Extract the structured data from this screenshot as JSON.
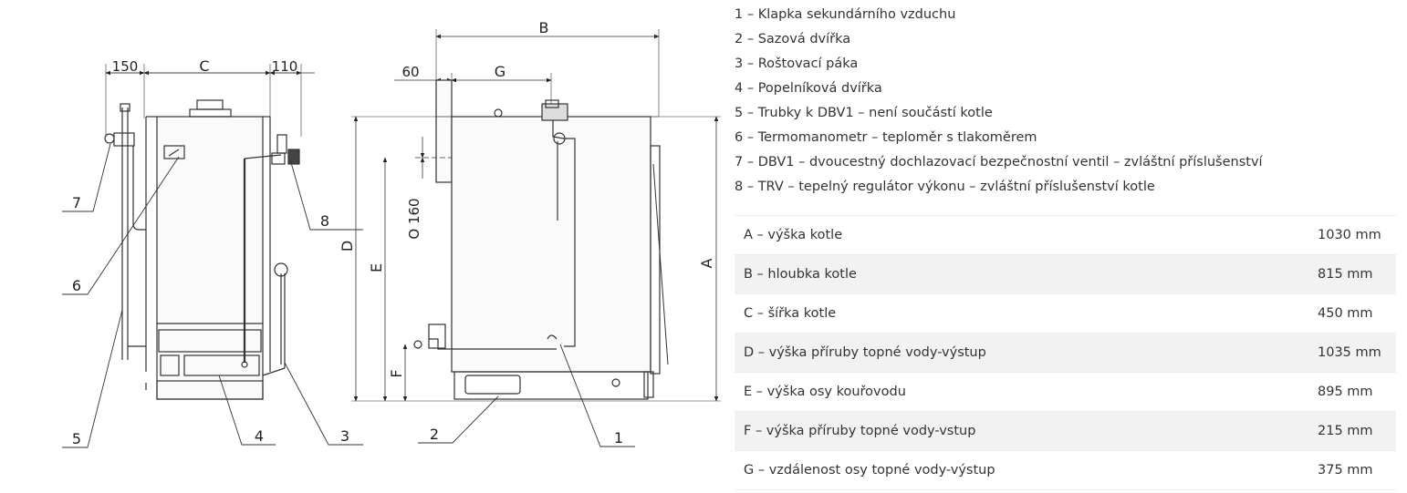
{
  "legend": [
    "1 – Klapka sekundárního vzduchu",
    "2 – Sazová dvířka",
    "3 – Roštovací páka",
    "4 – Popelníková dvířka",
    "5 – Trubky k DBV1 – není součástí kotle",
    "6 – Termomanometr – teploměr s tlakoměrem",
    "7 – DBV1 – dvoucestný dochlazovací bezpečnostní ventil – zvláštní příslušenství",
    "8 – TRV – tepelný regulátor výkonu – zvláštní příslušenství kotle"
  ],
  "specs": [
    {
      "label": "A – výška kotle",
      "value": "1030 mm"
    },
    {
      "label": "B – hloubka kotle",
      "value": "815 mm"
    },
    {
      "label": "C – šířka kotle",
      "value": "450 mm"
    },
    {
      "label": "D – výška příruby topné vody-výstup",
      "value": "1035 mm"
    },
    {
      "label": "E – výška osy kouřovodu",
      "value": "895 mm"
    },
    {
      "label": "F – výška příruby topné vody-vstup",
      "value": "215 mm"
    },
    {
      "label": "G – vzdálenost osy topné vody-výstup",
      "value": "375 mm"
    }
  ],
  "drawing": {
    "front": {
      "dim_left": "150",
      "dim_center": "C",
      "dim_right": "110",
      "callouts": [
        "7",
        "8",
        "6",
        "5",
        "4",
        "3"
      ]
    },
    "side": {
      "dim_B": "B",
      "dim_60": "60",
      "dim_G": "G",
      "dim_o160": "O 160",
      "dim_D": "D",
      "dim_E": "E",
      "dim_F": "F",
      "dim_A": "A",
      "callouts": [
        "2",
        "1"
      ]
    }
  }
}
